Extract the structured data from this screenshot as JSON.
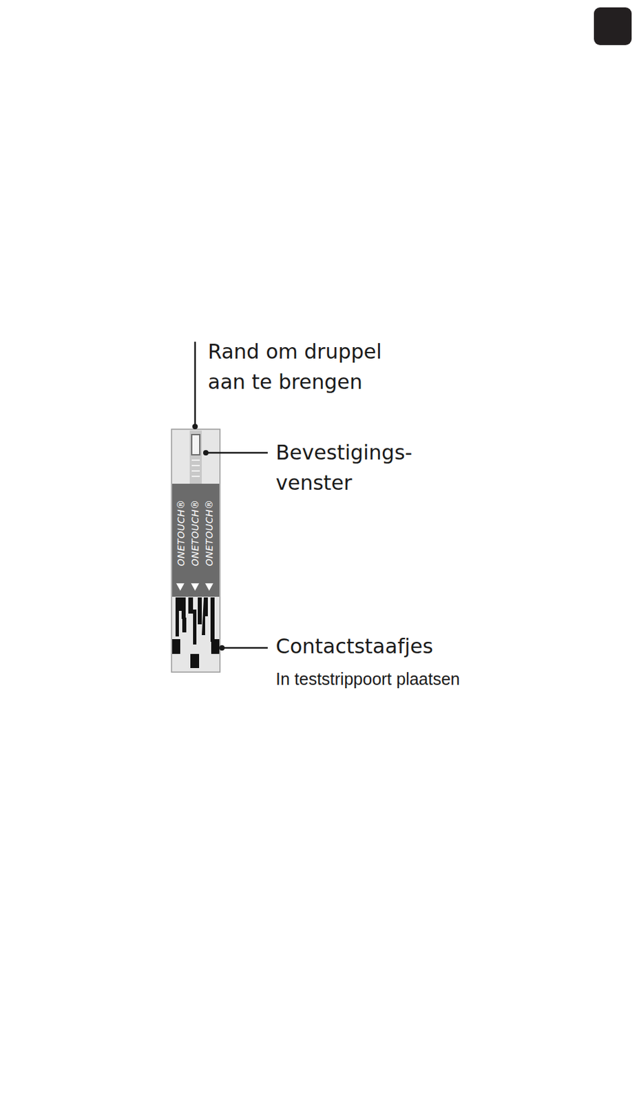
{
  "diagram": {
    "labels": [
      "Rand om druppel aan te brengen",
      "Bevestigings- venster",
      "Contactstaafjes",
      "In teststrippoort plaatsen",
      "ONETOUCH®",
      "ONETOUCH®",
      "ONETOUCH®"
    ]
  }
}
